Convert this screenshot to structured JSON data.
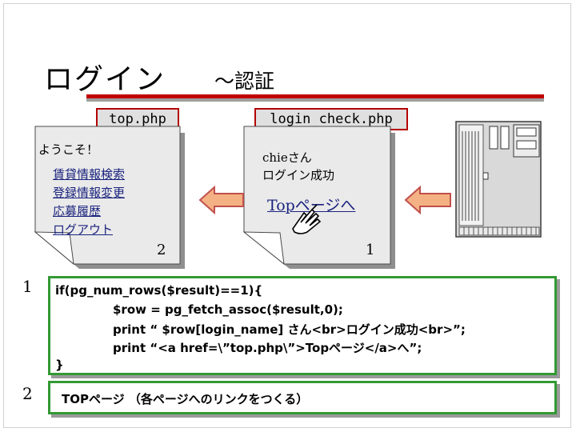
{
  "title": "ログイン",
  "subtitle": "～認証",
  "files": {
    "left": "top.php",
    "right": "login_check.php"
  },
  "left_page": {
    "greeting": "ようこそ！",
    "links": [
      "賃貸情報検索",
      "登録情報変更",
      "応募履歴",
      "ログアウト"
    ],
    "step": "2"
  },
  "right_page": {
    "line1": "chieさん",
    "line2": "ログイン成功",
    "link": "Topページへ",
    "step": "1"
  },
  "code": {
    "marker": "1",
    "lines": [
      "if(pg_num_rows($result)==1){",
      "$row = pg_fetch_assoc($result,0);",
      "print “ $row[login_name] さん<br>ログイン成功<br>”;",
      "print “<a href=\\”top.php\\”>Topページ</a>へ”;",
      "}"
    ]
  },
  "top_note": {
    "marker": "2",
    "text": "TOPページ （各ページへのリンクをつくる）"
  },
  "colors": {
    "accent_red": "#c00000",
    "box_border": "#339933",
    "arrow_fill": "#f4b183",
    "arrow_stroke": "#c0504d",
    "link": "#1a237e"
  },
  "icons": {
    "pointer": "hand-pointer-icon",
    "server": "server-icon"
  }
}
